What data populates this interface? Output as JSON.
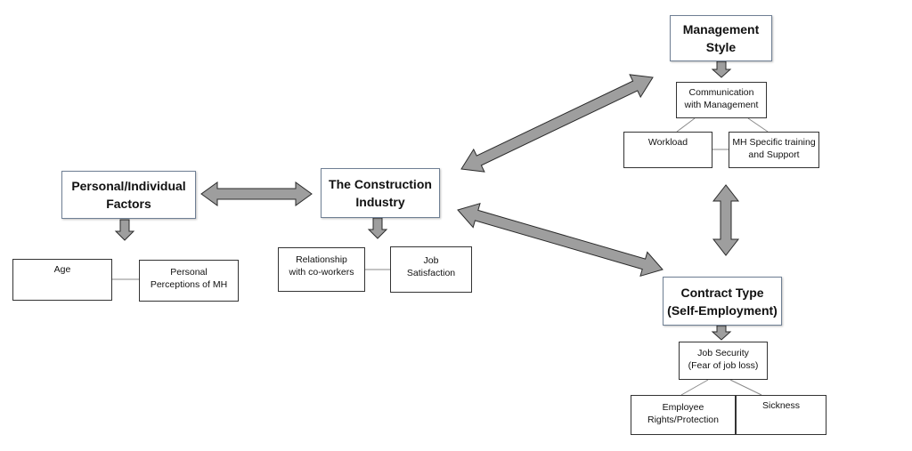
{
  "nodes": {
    "personal": "Personal/Individual\nFactors",
    "construction": "The Construction\nIndustry",
    "management": "Management\nStyle",
    "contract": "Contract Type\n(Self-Employment)",
    "age": "Age",
    "perceptions": "Personal\nPerceptions of MH",
    "relationship": "Relationship\nwith co-workers",
    "job_satisfaction": "Job\nSatisfaction",
    "communication": "Communication\nwith Management",
    "workload": "Workload",
    "mh_training": "MH Specific training\nand Support",
    "job_security": "Job Security\n(Fear of job loss)",
    "employee_rights": "Employee\nRights/Protection",
    "sickness": "Sickness"
  },
  "colors": {
    "arrow_fill": "#9e9e9e",
    "arrow_stroke": "#2b2b2b",
    "main_border": "#6f7f94"
  }
}
